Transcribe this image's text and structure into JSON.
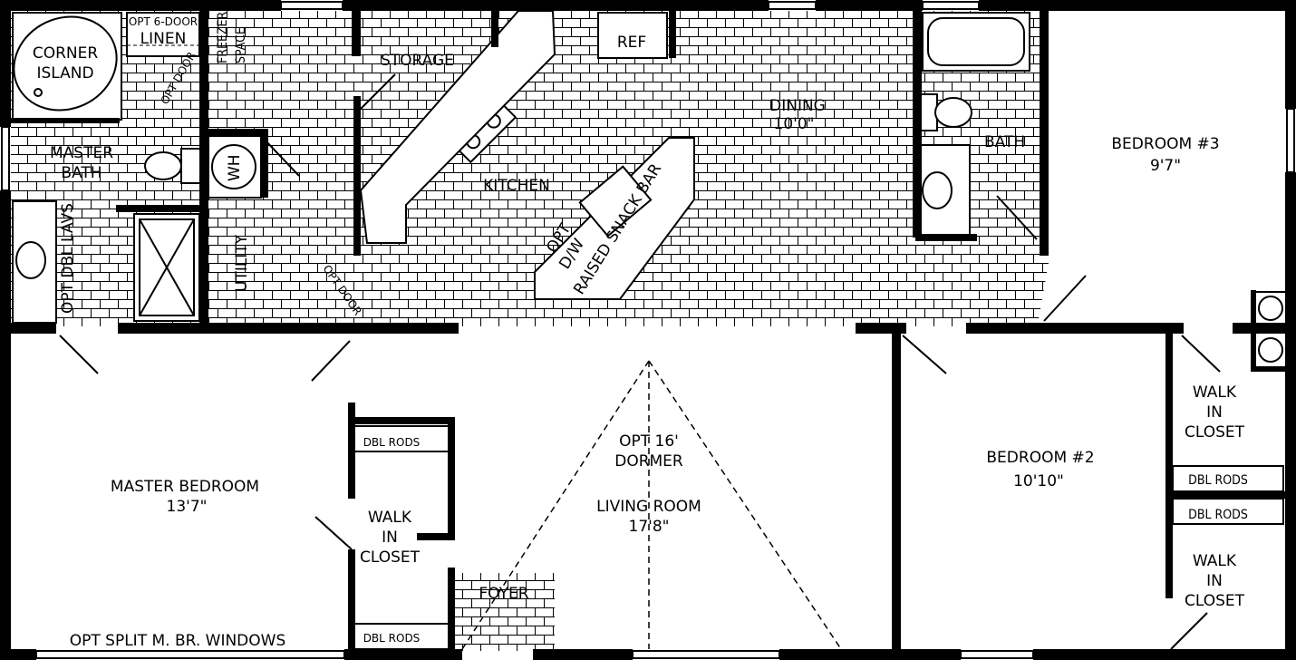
{
  "rooms": {
    "corner_island": {
      "line1": "CORNER",
      "line2": "ISLAND"
    },
    "linen": {
      "line1": "OPT 6-DOOR",
      "line2": "LINEN"
    },
    "opt_door_master": "OPT DOOR",
    "freezer_space": {
      "line1": "FREEZER",
      "line2": "SPACE"
    },
    "storage": "STORAGE",
    "ref": "REF",
    "master_bath": {
      "line1": "MASTER",
      "line2": "BATH"
    },
    "wh": "WH",
    "utility": "UTILITY",
    "opt_door_utility": "OPT DOOR",
    "opt_dbl_lavs": "OPT DBL LAVS",
    "kitchen": "KITCHEN",
    "dining": {
      "name": "DINING",
      "size": "10'0\""
    },
    "snack_bar": "RAISED SNACK BAR",
    "opt_dw": {
      "line1": "OPT",
      "line2": "D/W"
    },
    "bath": "BATH",
    "bedroom3": {
      "name": "BEDROOM  #3",
      "size": "9'7\""
    },
    "master_bedroom": {
      "name": "MASTER  BEDROOM",
      "size": "13'7\""
    },
    "walk_in_closet_master": {
      "line1": "WALK",
      "line2": "IN",
      "line3": "CLOSET"
    },
    "dbl_rods_master_top": "DBL RODS",
    "dbl_rods_master_bottom": "DBL RODS",
    "dormer": {
      "line1": "OPT 16'",
      "line2": "DORMER"
    },
    "living_room": {
      "name": "LIVING ROOM",
      "size": "17'8\""
    },
    "foyer": "FOYER",
    "bedroom2": {
      "name": "BEDROOM  #2",
      "size": "10'10\""
    },
    "walk_in_closet_top": {
      "line1": "WALK",
      "line2": "IN",
      "line3": "CLOSET"
    },
    "dbl_rods_right_1": "DBL RODS",
    "dbl_rods_right_2": "DBL RODS",
    "walk_in_closet_bottom": {
      "line1": "WALK",
      "line2": "IN",
      "line3": "CLOSET"
    },
    "split_windows": "OPT SPLIT M. BR. WINDOWS"
  },
  "colors": {
    "line": "#000000",
    "background": "#ffffff"
  }
}
